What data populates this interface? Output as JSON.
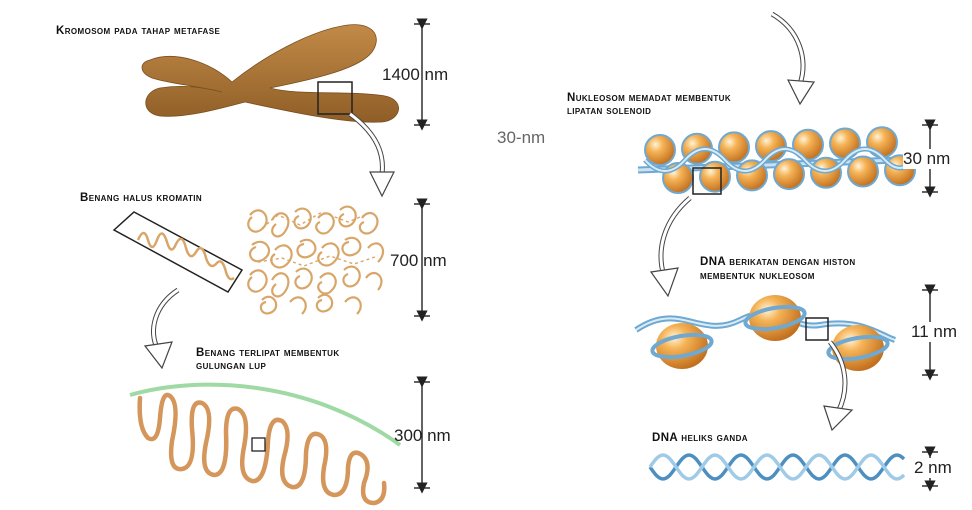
{
  "labels": {
    "chromosome": "Kromosom pada tahap metafase",
    "chromatin": "Benang halus kromatin",
    "loops_line1": "Benang terlipat membentuk",
    "loops_line2": "gulungan lup",
    "solenoid_line1": "Nukleosom memadat membentuk",
    "solenoid_line2": "lipatan solenoid",
    "nucleosome_line1": "DNA berikatan dengan histon",
    "nucleosome_line2": "membentuk nukleosom",
    "dna": "DNA heliks ganda"
  },
  "measurements": {
    "chromosome": "1400 nm",
    "chromatin": "700 nm",
    "loops": "300 nm",
    "solenoid": "30 nm",
    "solenoid_side": "30-nm",
    "nucleosome": "11 nm",
    "dna": "2 nm"
  },
  "colors": {
    "chromosome": "#a87433",
    "fiber": "#d9a66a",
    "scaffold": "#9fd9a3",
    "histone": "#f0a23c",
    "dna_strand": "#6fa8d0"
  }
}
